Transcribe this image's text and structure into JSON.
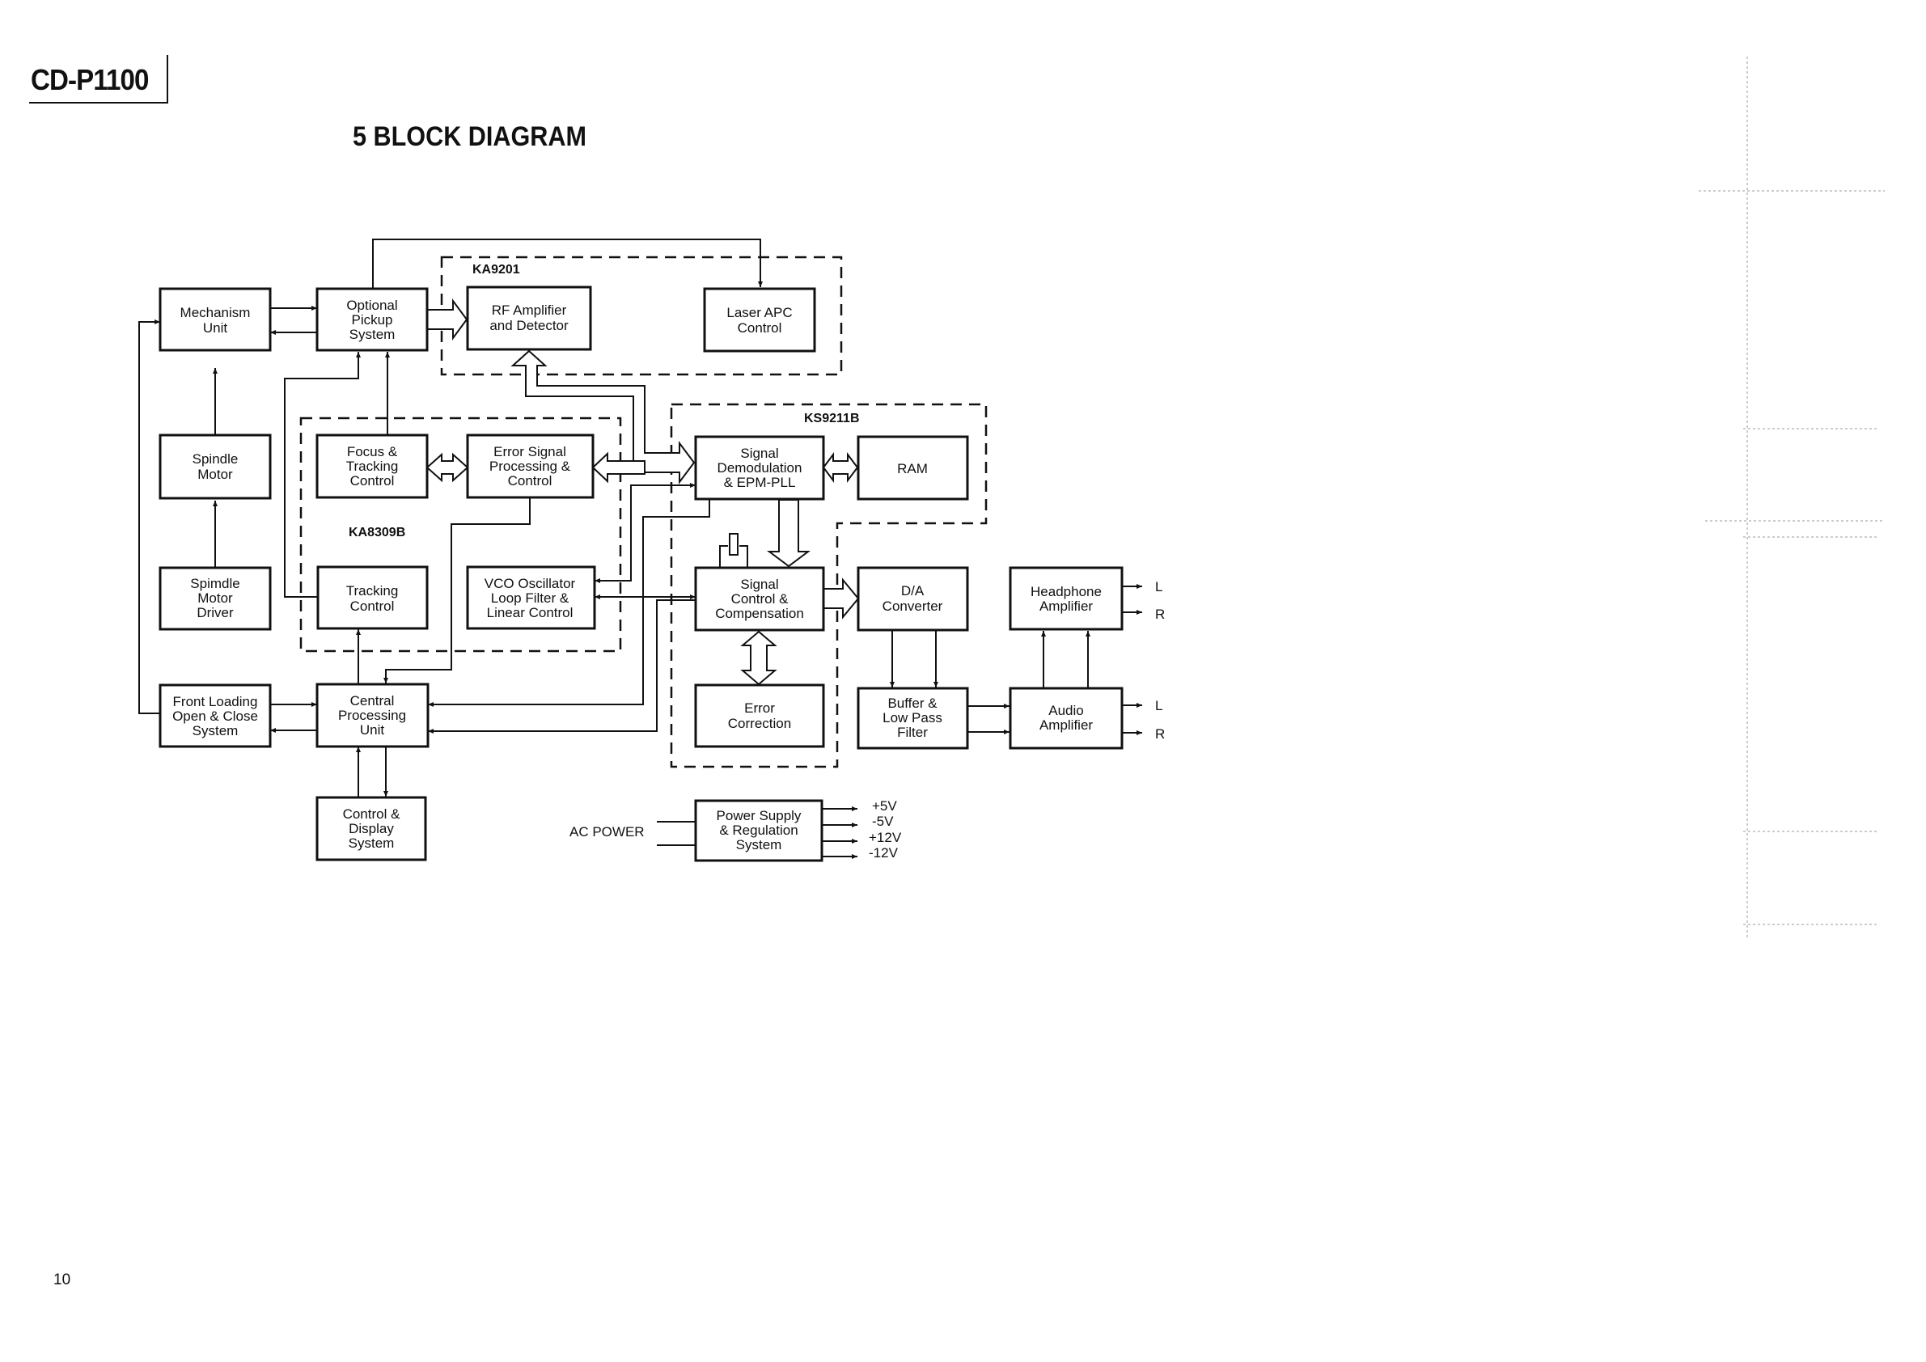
{
  "header": {
    "model": "CD-P1100",
    "title": "5  BLOCK DIAGRAM"
  },
  "footer": {
    "page_number": "10"
  },
  "chips": {
    "ka9201": "KA9201",
    "ks9211b": "KS9211B",
    "ka8309b": "KA8309B"
  },
  "blocks": {
    "mechanism_unit": [
      "Mechanism",
      "Unit"
    ],
    "optical_pickup": [
      "Optional",
      "Pickup",
      "System"
    ],
    "rf_amplifier": [
      "RF Amplifier",
      "and Detector"
    ],
    "laser_apc": [
      "Laser APC",
      "Control"
    ],
    "spindle_motor": [
      "Spindle",
      "Motor"
    ],
    "focus_tracking": [
      "Focus &",
      "Tracking",
      "Control"
    ],
    "error_signal": [
      "Error Signal",
      "Processing &",
      "Control"
    ],
    "signal_demod": [
      "Signal",
      "Demodulation",
      "& EPM-PLL"
    ],
    "ram": [
      "RAM"
    ],
    "spindle_driver": [
      "Spimdle",
      "Motor",
      "Driver"
    ],
    "tracking_control": [
      "Tracking",
      "Control"
    ],
    "vco": [
      "VCO Oscillator",
      "Loop Filter &",
      "Linear Control"
    ],
    "signal_control": [
      "Signal",
      "Control &",
      "Compensation"
    ],
    "da_converter": [
      "D/A",
      "Converter"
    ],
    "headphone_amp": [
      "Headphone",
      "Amplifier"
    ],
    "front_loading": [
      "Front Loading",
      "Open & Close",
      "System"
    ],
    "cpu": [
      "Central",
      "Processing",
      "Unit"
    ],
    "error_correction": [
      "Error",
      "Correction"
    ],
    "buffer_lpf": [
      "Buffer &",
      "Low Pass",
      "Filter"
    ],
    "audio_amp": [
      "Audio",
      "Amplifier"
    ],
    "control_display": [
      "Control &",
      "Display",
      "System"
    ],
    "power_supply": [
      "Power Supply",
      "& Regulation",
      "System"
    ]
  },
  "labels": {
    "ac_power": "AC POWER",
    "headphone_l": "L",
    "headphone_r": "R",
    "audio_l": "L",
    "audio_r": "R",
    "v1": "+5V",
    "v2": "-5V",
    "v3": "+12V",
    "v4": "-12V"
  }
}
